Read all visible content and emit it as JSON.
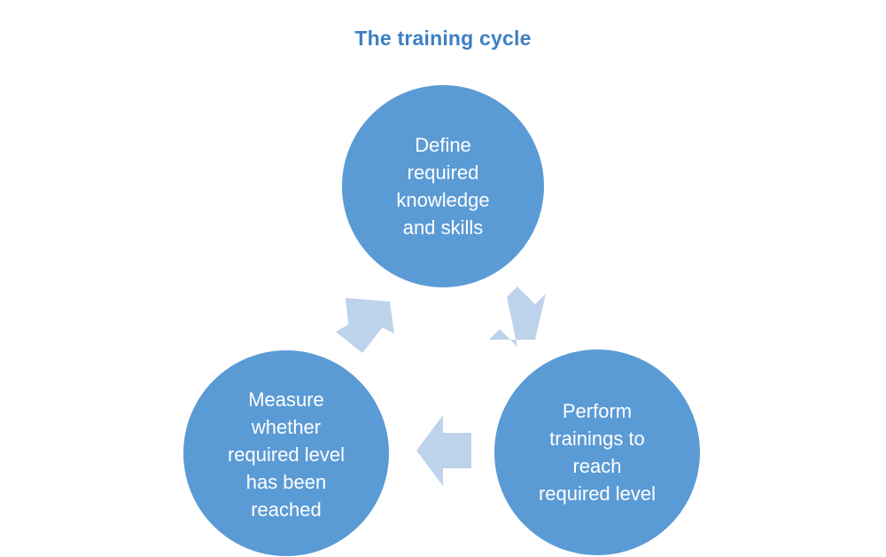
{
  "title": "The training cycle",
  "colors": {
    "title": "#3d7fc2",
    "node_fill": "#5b9bd5",
    "node_stroke": "#ffffff",
    "arrow_fill": "#bdd3ec",
    "node_text": "#ffffff"
  },
  "nodes": [
    {
      "id": "define",
      "lines": [
        "Define",
        "required",
        "knowledge",
        "and skills"
      ]
    },
    {
      "id": "perform",
      "lines": [
        "Perform",
        "trainings to",
        "reach",
        "required level"
      ]
    },
    {
      "id": "measure",
      "lines": [
        "Measure",
        "whether",
        "required level",
        "has been",
        "reached"
      ]
    }
  ],
  "arrows": [
    {
      "from": "define",
      "to": "perform"
    },
    {
      "from": "perform",
      "to": "measure"
    },
    {
      "from": "measure",
      "to": "define"
    }
  ]
}
